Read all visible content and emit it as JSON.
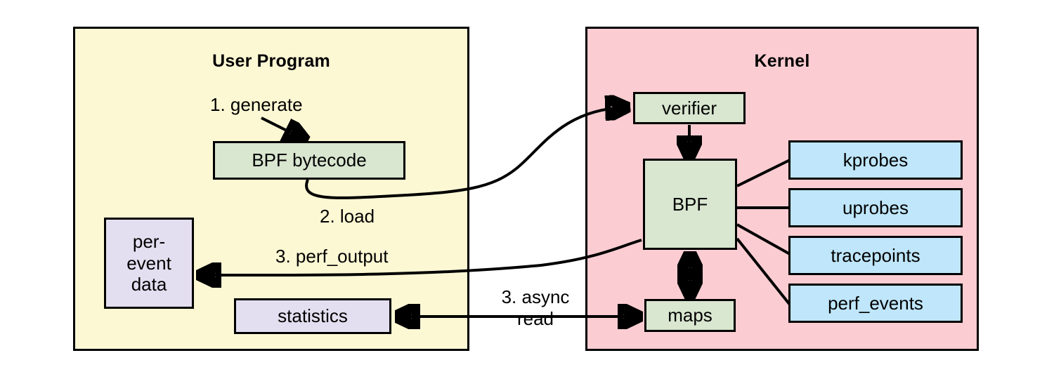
{
  "diagram": {
    "title_user": "User Program",
    "title_kernel": "Kernel",
    "colors": {
      "user_panel_bg": "#fdf8d4",
      "kernel_panel_bg": "#fbcdd2",
      "green_node_bg": "#d9e6d0",
      "blue_node_bg": "#bfe6fa",
      "lavender_node_bg": "#e4dff0",
      "stroke": "#000000",
      "page_bg": "#ffffff"
    }
  },
  "user_panel": {
    "title": "User Program",
    "nodes": {
      "bpf_bytecode": "BPF bytecode",
      "per_event_data_line1": "per-",
      "per_event_data_line2": "event",
      "per_event_data_line3": "data",
      "statistics": "statistics"
    }
  },
  "kernel_panel": {
    "title": "Kernel",
    "nodes": {
      "verifier": "verifier",
      "bpf": "BPF",
      "maps": "maps",
      "kprobes": "kprobes",
      "uprobes": "uprobes",
      "tracepoints": "tracepoints",
      "perf_events": "perf_events"
    }
  },
  "edge_labels": {
    "generate": "1. generate",
    "load": "2. load",
    "perf_output": "3. perf_output",
    "async_read_line1": "3. async",
    "async_read_line2": "read"
  }
}
